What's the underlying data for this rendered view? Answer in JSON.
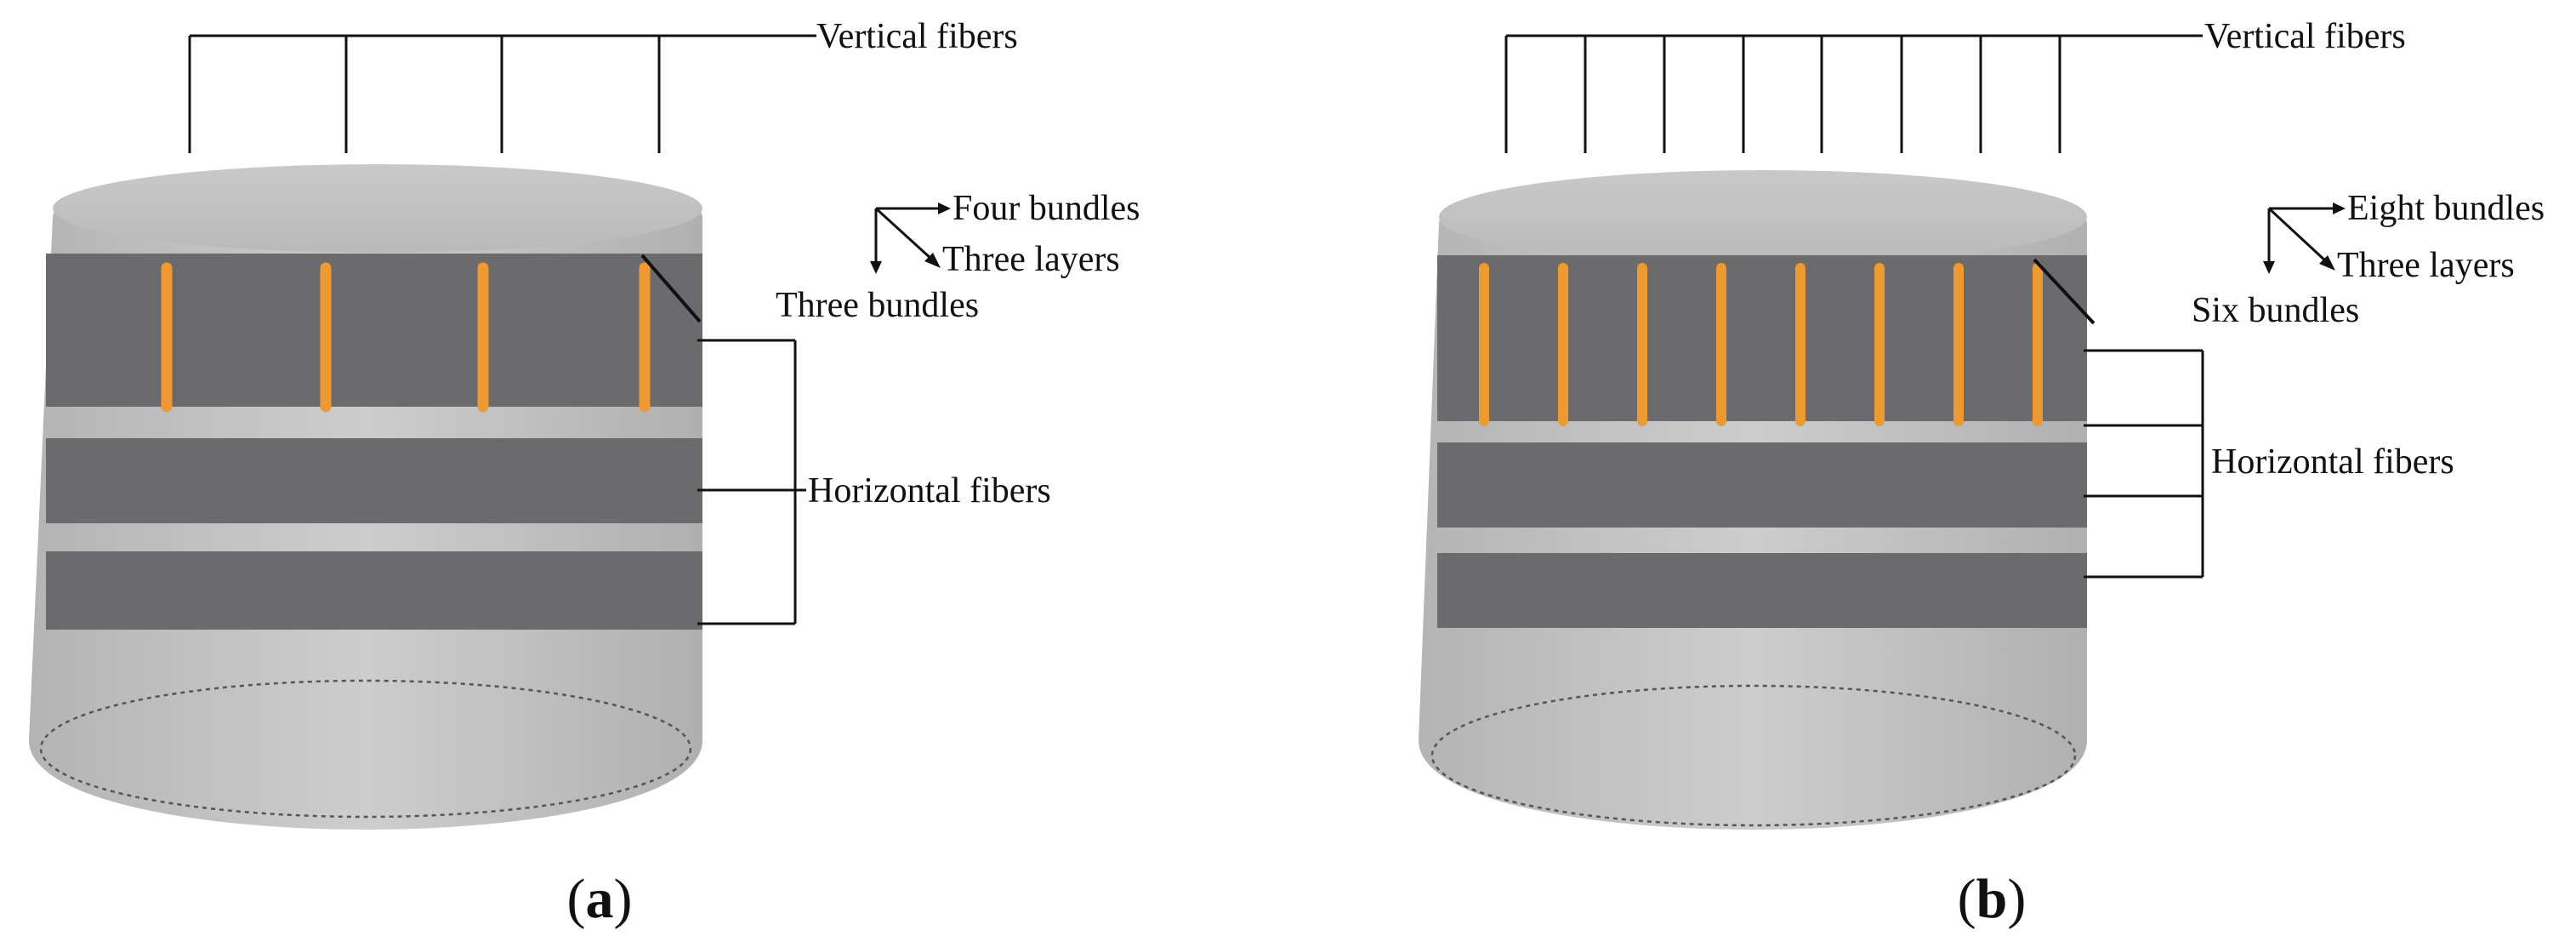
{
  "panels": [
    {
      "id": "a",
      "caption_open": "(",
      "caption_letter": "a",
      "caption_close": ")",
      "vertical_fibers_label": "Vertical fibers",
      "horizontal_fibers_label": "Horizontal fibers",
      "direction_labels": [
        "Four bundles",
        "Three layers",
        "Three bundles"
      ],
      "vertical_bundles": 4,
      "layers": 3,
      "horizontal_bundles": 3
    },
    {
      "id": "b",
      "caption_open": "(",
      "caption_letter": "b",
      "caption_close": ")",
      "vertical_fibers_label": "Vertical fibers",
      "horizontal_fibers_label": "Horizontal fibers",
      "direction_labels": [
        "Eight bundles",
        "Three layers",
        "Six bundles"
      ],
      "vertical_bundles": 8,
      "layers": 3,
      "horizontal_bundles": 6
    }
  ],
  "colors": {
    "cylinder_light": "#c3c3c3",
    "cylinder_dark": "#6b6b6d",
    "fiber_orange": "#ee9a30",
    "fiber_light": "#f8dfb8",
    "leader_line": "#111111"
  }
}
